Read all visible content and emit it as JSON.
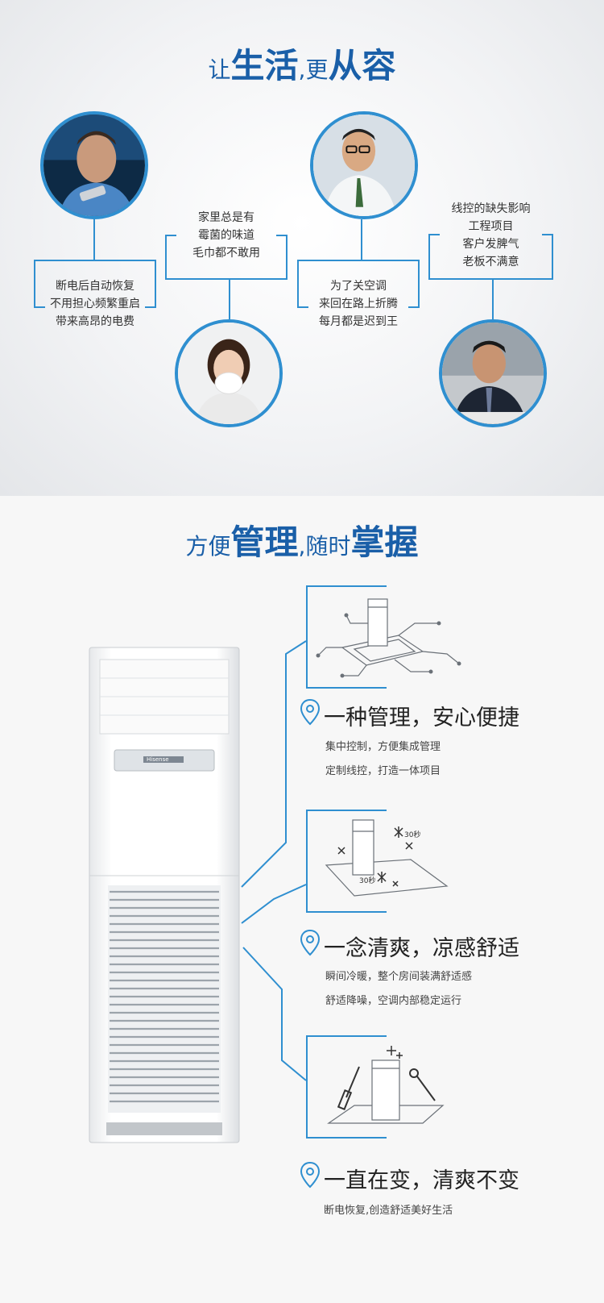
{
  "section1": {
    "title": {
      "p1": "让",
      "p2": "生活",
      "p3": ", ",
      "p4": "更",
      "p5": "从容"
    },
    "callouts": [
      {
        "lines": [
          "断电后自动恢复",
          "不用担心频繁重启",
          "带来高昂的电费"
        ]
      },
      {
        "lines": [
          "家里总是有",
          "霉菌的味道",
          "毛巾都不敢用"
        ]
      },
      {
        "lines": [
          "为了关空调",
          "来回在路上折腾",
          "每月都是迟到王"
        ]
      },
      {
        "lines": [
          "线控的缺失影响",
          "工程项目",
          "客户发脾气",
          "老板不满意"
        ]
      }
    ]
  },
  "section2": {
    "title": {
      "p1": "方便",
      "p2": "管理",
      "p3": ", ",
      "p4": "随时",
      "p5": "掌握"
    },
    "features": [
      {
        "title": "一种管理，安心便捷",
        "desc": [
          "集中控制，方便集成管理",
          "定制线控，打造一体项目"
        ]
      },
      {
        "title": "一念清爽，凉感舒适",
        "desc": [
          "瞬间冷暖，整个房间装满舒适感",
          "舒适降噪，空调内部稳定运行"
        ],
        "labels": [
          "30秒",
          "30秒"
        ]
      },
      {
        "title": "一直在变，清爽不变",
        "desc": [
          "断电恢复,创造舒适美好生活"
        ]
      }
    ],
    "brand": "Hisense"
  },
  "colors": {
    "accent": "#2f8fd0",
    "title": "#1a5fa8"
  },
  "icons": [
    "location-pin-icon",
    "snowflake-icon",
    "wrench-icon",
    "screwdriver-icon",
    "sparkle-icon"
  ]
}
